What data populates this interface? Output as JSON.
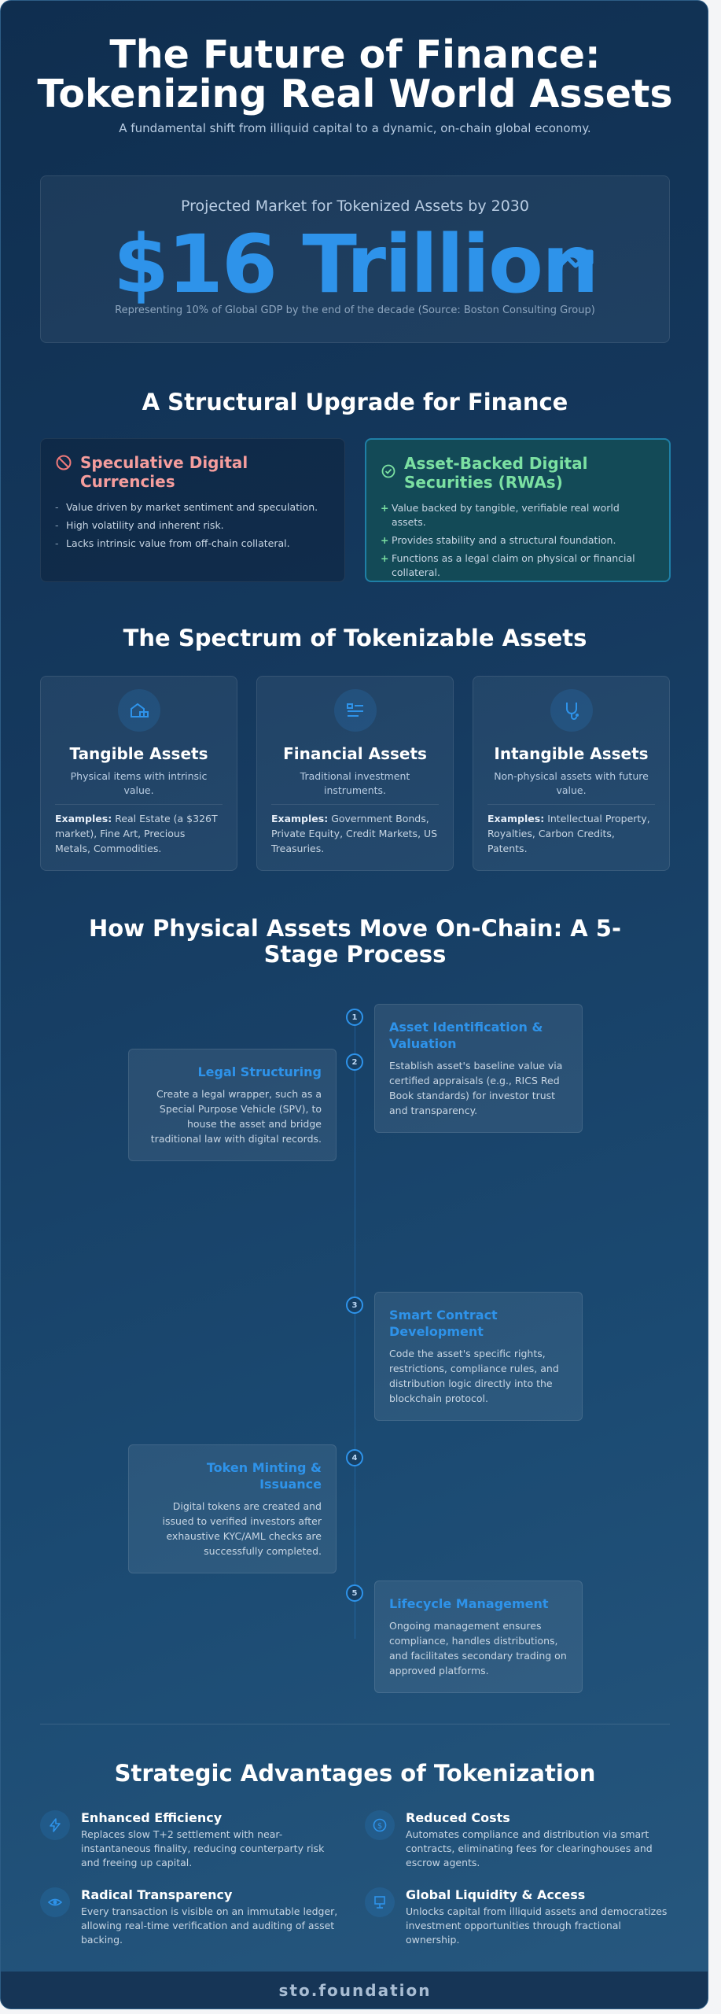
{
  "header": {
    "title_line1": "The Future of Finance:",
    "title_line2": "Tokenizing Real World Assets",
    "subtitle": "A fundamental shift from illiquid capital to a dynamic, on-chain global economy."
  },
  "hero": {
    "label": "Projected Market for Tokenized Assets by 2030",
    "value": "$16 Trillion",
    "source": "Representing 10% of Global GDP by the end of the decade (Source: Boston Consulting Group)"
  },
  "upgrade": {
    "title": "A Structural Upgrade for Finance",
    "left": {
      "heading": "Speculative Digital Currencies",
      "bullet": "-",
      "items": [
        "Value driven by market sentiment and speculation.",
        "High volatility and inherent risk.",
        "Lacks intrinsic value from off-chain collateral."
      ]
    },
    "right": {
      "heading": "Asset-Backed Digital Securities (RWAs)",
      "bullet": "+",
      "items": [
        "Value backed by tangible, verifiable real world assets.",
        "Provides stability and a structural foundation.",
        "Functions as a legal claim on physical or financial collateral."
      ]
    }
  },
  "spectrum": {
    "title": "The Spectrum of Tokenizable Assets",
    "examples_label": "Examples:",
    "cards": [
      {
        "title": "Tangible Assets",
        "desc": "Physical items with intrinsic value.",
        "examples": "Real Estate (a $326T market), Fine Art, Precious Metals, Commodities."
      },
      {
        "title": "Financial Assets",
        "desc": "Traditional investment instruments.",
        "examples": "Government Bonds, Private Equity, Credit Markets, US Treasuries."
      },
      {
        "title": "Intangible Assets",
        "desc": "Non-physical assets with future value.",
        "examples": "Intellectual Property, Royalties, Carbon Credits, Patents."
      }
    ]
  },
  "process": {
    "title": "How Physical Assets Move On-Chain: A 5-Stage Process",
    "steps": [
      {
        "num": "1",
        "title": "Asset Identification & Valuation",
        "desc": "Establish asset's baseline value via certified appraisals (e.g., RICS Red Book standards) for investor trust and transparency."
      },
      {
        "num": "2",
        "title": "Legal Structuring",
        "desc": "Create a legal wrapper, such as a Special Purpose Vehicle (SPV), to house the asset and bridge traditional law with digital records."
      },
      {
        "num": "3",
        "title": "Smart Contract Development",
        "desc": "Code the asset's specific rights, restrictions, compliance rules, and distribution logic directly into the blockchain protocol."
      },
      {
        "num": "4",
        "title": "Token Minting & Issuance",
        "desc": "Digital tokens are created and issued to verified investors after exhaustive KYC/AML checks are successfully completed."
      },
      {
        "num": "5",
        "title": "Lifecycle Management",
        "desc": "Ongoing management ensures compliance, handles distributions, and facilitates secondary trading on approved platforms."
      }
    ]
  },
  "advantages": {
    "title": "Strategic Advantages of Tokenization",
    "items": [
      {
        "title": "Enhanced Efficiency",
        "desc": "Replaces slow T+2 settlement with near-instantaneous finality, reducing counterparty risk and freeing up capital."
      },
      {
        "title": "Reduced Costs",
        "desc": "Automates compliance and distribution via smart contracts, eliminating fees for clearinghouses and escrow agents."
      },
      {
        "title": "Radical Transparency",
        "desc": "Every transaction is visible on an immutable ledger, allowing real-time verification and auditing of asset backing."
      },
      {
        "title": "Global Liquidity & Access",
        "desc": "Unlocks capital from illiquid assets and democratizes investment opportunities through fractional ownership."
      }
    ]
  },
  "footer": {
    "text": "sto.foundation"
  },
  "icons": {
    "hero": "trending-up-icon",
    "left_card": "ban-icon",
    "right_card": "check-circle-icon",
    "assets": [
      "real-estate-icon",
      "finance-icon",
      "intellectual-property-icon"
    ],
    "advantages": [
      "lightning-icon",
      "dollar-icon",
      "eye-icon",
      "globe-icon"
    ]
  },
  "colors": {
    "accent": "#2e93ea",
    "speculative": "#f59d9d",
    "asset_backed": "#7be0a2"
  }
}
